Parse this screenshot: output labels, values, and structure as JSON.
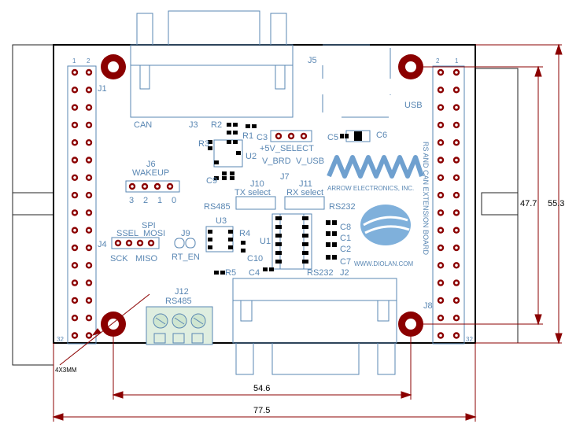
{
  "board": {
    "brand": "ARROW ELECTRONICS, INC.",
    "website": "WWW.DIOLAN.COM",
    "side_title": "RS AND CAN EXTENSION BOARD"
  },
  "connectors": {
    "j1": "J1",
    "j2": "J2",
    "j3": "J3",
    "j4": "J4",
    "j5": "J5",
    "j6": "J6",
    "j7": "J7",
    "j8": "J8",
    "j9": "J9",
    "j10": "J10",
    "j11": "J11",
    "j12": "J12"
  },
  "labels": {
    "can": "CAN",
    "usb": "USB",
    "wakeup": "WAKEUP",
    "wakeup_pins": [
      "3",
      "2",
      "1",
      "0"
    ],
    "spi": "SPI",
    "ssel": "SSEL",
    "mosi": "MOSI",
    "sck": "SCK",
    "miso": "MISO",
    "rt_en": "RT_EN",
    "rs485_left": "RS485",
    "rs232_right": "RS232",
    "rs232_bottom": "RS232",
    "rs485_terminal": "RS485",
    "tx_select": "TX select",
    "rx_select": "RX select",
    "v_select": "+5V_SELECT",
    "v_brd": "V_BRD",
    "v_usb": "V_USB",
    "pin1": "1",
    "pin2": "2",
    "pin32": "32",
    "hole_note": "4X3MM"
  },
  "components": {
    "r1": "R1",
    "r2": "R2",
    "r3": "R3",
    "r4": "R4",
    "r5": "R5",
    "c1": "C1",
    "c2": "C2",
    "c3": "C3",
    "c4": "C4",
    "c5": "C5",
    "c6": "C6",
    "c7": "C7",
    "c8": "C8",
    "c9": "C9",
    "c10": "C10",
    "u1": "U1",
    "u2": "U2",
    "u3": "U3"
  },
  "dimensions": {
    "width_total": "77.5",
    "width_holes": "54.6",
    "height_holes": "47.7",
    "height_total": "55.3"
  },
  "colors": {
    "hole": "#8b0000",
    "outline": "#5a87b3",
    "board_edge": "#000000"
  }
}
